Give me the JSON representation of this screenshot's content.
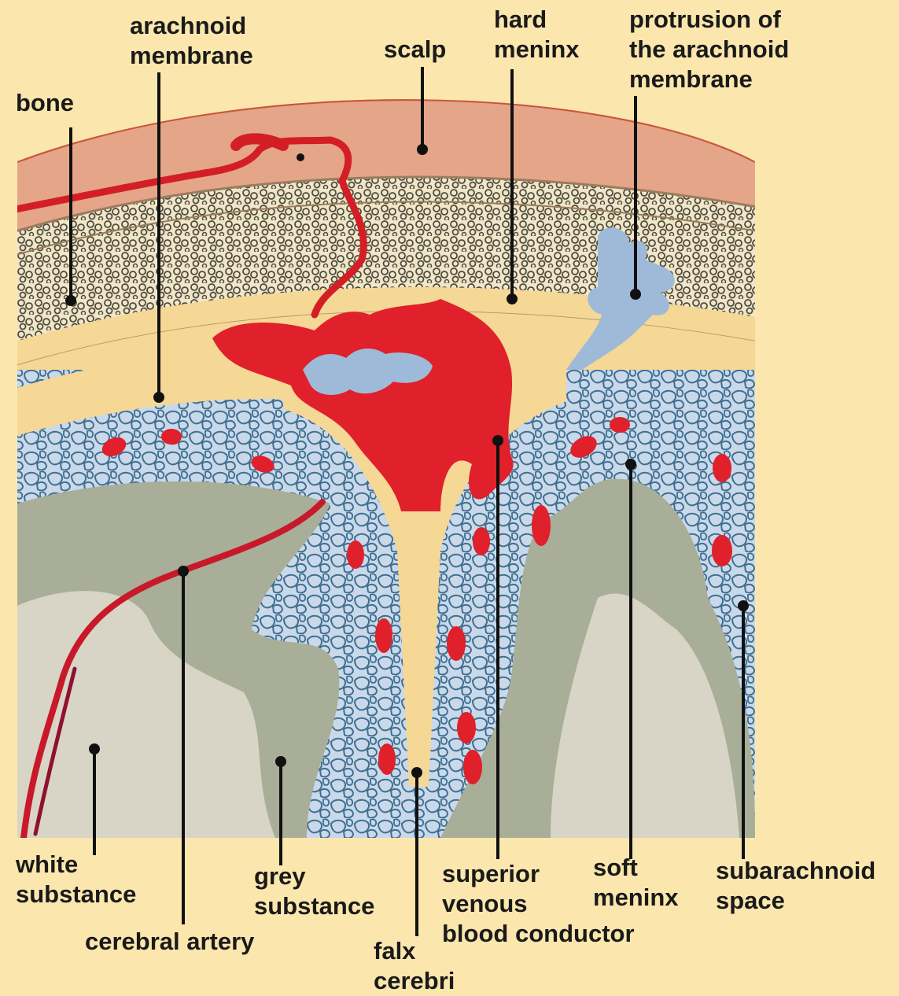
{
  "labels": {
    "arachnoid_membrane": [
      "arachnoid",
      "membrane"
    ],
    "scalp": "scalp",
    "hard_meninx": [
      "hard",
      "meninx"
    ],
    "protrusion": [
      "protrusion of",
      "the arachnoid",
      "membrane"
    ],
    "bone": "bone",
    "white_substance": [
      "white",
      "substance"
    ],
    "grey_substance": [
      "grey",
      "substance"
    ],
    "cerebral_artery": "cerebral artery",
    "falx_cerebri": [
      "falx",
      "cerebri"
    ],
    "superior_venous": [
      "superior",
      "venous",
      "blood conductor"
    ],
    "soft_meninx": [
      "soft",
      "meninx"
    ],
    "subarachnoid_space": [
      "subarachnoid",
      "space"
    ]
  },
  "colors": {
    "background": "#fbe7ad",
    "scalp": "#e4a589",
    "bone": "#f1e6c8",
    "dura": "#f5d796",
    "subarachnoid": "#c9d9ea",
    "grey_matter": "#a9ae98",
    "white_matter": "#d8d5c6",
    "blood": "#e0202a",
    "csf_protrusion": "#9fbad8",
    "pointer": "#111111"
  }
}
